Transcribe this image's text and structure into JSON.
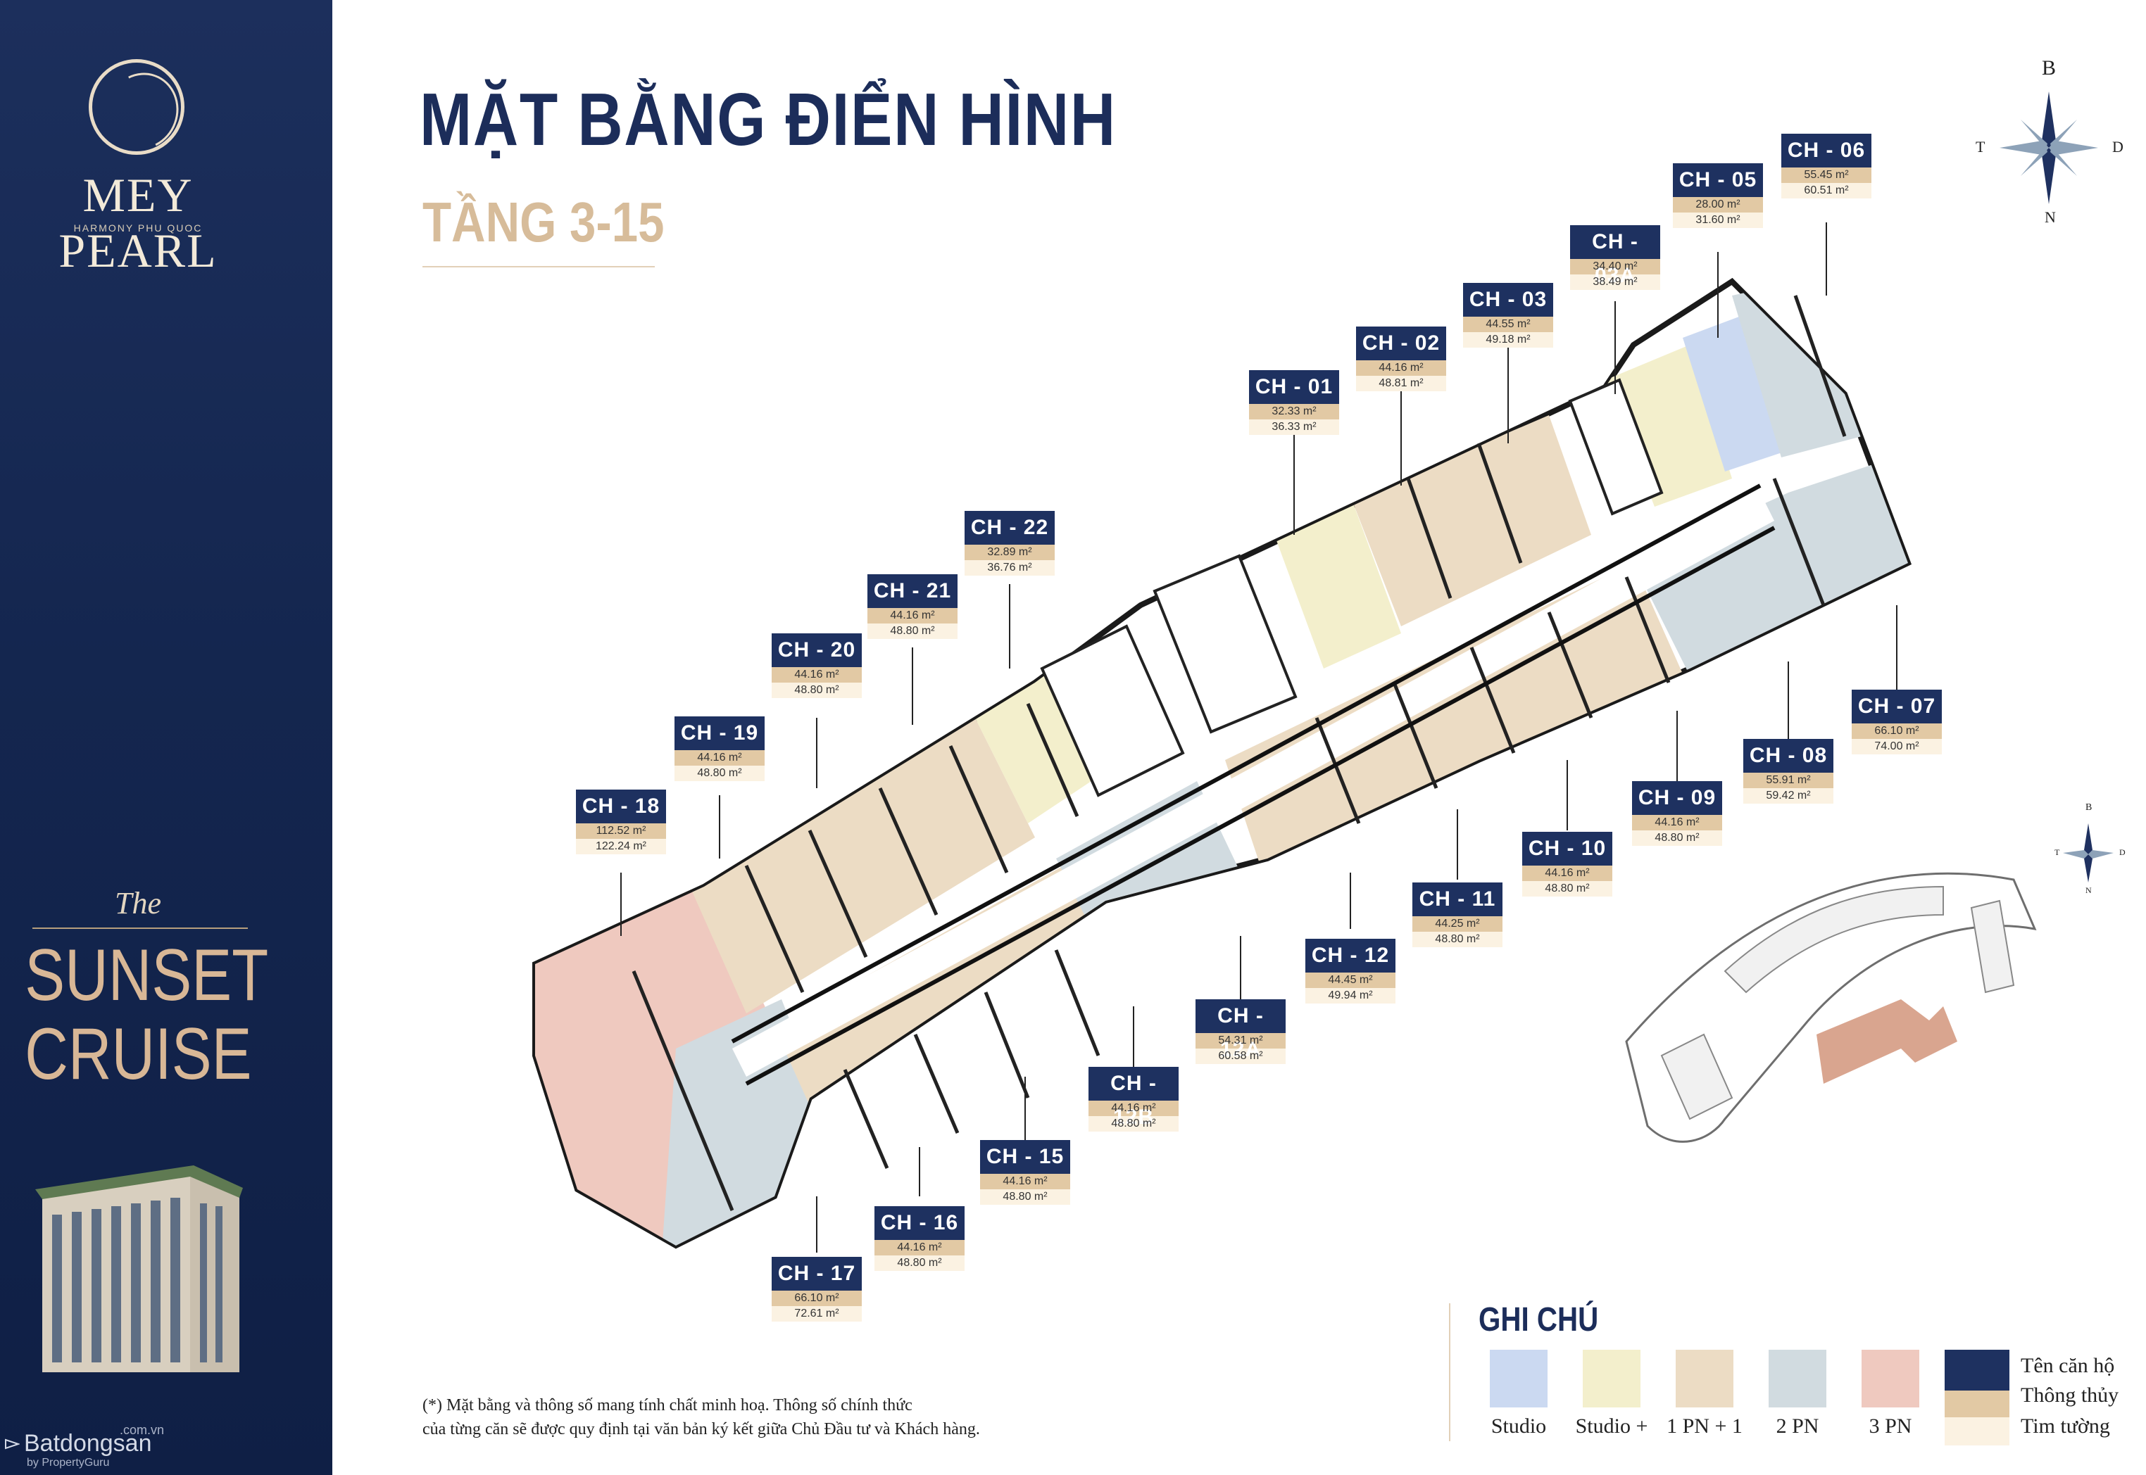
{
  "brand": {
    "name": "MEY PEARL",
    "subtitle": "HARMONY PHU QUOC",
    "the_label": "The",
    "project_line1": "SUNSET",
    "project_line2": "CRUISE"
  },
  "portal": {
    "name": "Batdongsan",
    "domain": ".com.vn",
    "tagline": "by PropertyGuru"
  },
  "heading": {
    "title": "MẶT BẰNG ĐIỂN HÌNH",
    "subtitle": "TẦNG 3-15"
  },
  "compass": {
    "north": "N",
    "south": "B",
    "west": "T",
    "east": "D"
  },
  "site_map_label": "THE SUNSET CRUISE",
  "colors": {
    "studio": "#cbd9f1",
    "studio_plus": "#f3efcc",
    "one_bed_plus_one": "#ecdcc4",
    "two_bed": "#d1dbe0",
    "three_bed": "#efc9bf",
    "tag_name": "#1e3160",
    "tag_area1": "#e2c9a4",
    "tag_area2": "#fbf2e2"
  },
  "units": [
    {
      "name": "CH - 01",
      "area1": "32.33 m²",
      "area2": "36.33 m²"
    },
    {
      "name": "CH - 02",
      "area1": "44.16 m²",
      "area2": "48.81 m²"
    },
    {
      "name": "CH - 03",
      "area1": "44.55 m²",
      "area2": "49.18 m²"
    },
    {
      "name": "CH - 03A",
      "area1": "34.40 m²",
      "area2": "38.49 m²"
    },
    {
      "name": "CH - 05",
      "area1": "28.00 m²",
      "area2": "31.60 m²"
    },
    {
      "name": "CH - 06",
      "area1": "55.45 m²",
      "area2": "60.51 m²"
    },
    {
      "name": "CH - 07",
      "area1": "66.10 m²",
      "area2": "74.00 m²"
    },
    {
      "name": "CH - 08",
      "area1": "55.91 m²",
      "area2": "59.42 m²"
    },
    {
      "name": "CH - 09",
      "area1": "44.16 m²",
      "area2": "48.80 m²"
    },
    {
      "name": "CH - 10",
      "area1": "44.16 m²",
      "area2": "48.80 m²"
    },
    {
      "name": "CH - 11",
      "area1": "44.25 m²",
      "area2": "48.80 m²"
    },
    {
      "name": "CH - 12",
      "area1": "44.45 m²",
      "area2": "49.94 m²"
    },
    {
      "name": "CH - 12A",
      "area1": "54.31 m²",
      "area2": "60.58 m²"
    },
    {
      "name": "CH - 12B",
      "area1": "44.16 m²",
      "area2": "48.80 m²"
    },
    {
      "name": "CH - 15",
      "area1": "44.16 m²",
      "area2": "48.80 m²"
    },
    {
      "name": "CH - 16",
      "area1": "44.16 m²",
      "area2": "48.80 m²"
    },
    {
      "name": "CH - 17",
      "area1": "66.10 m²",
      "area2": "72.61 m²"
    },
    {
      "name": "CH - 18",
      "area1": "112.52 m²",
      "area2": "122.24 m²"
    },
    {
      "name": "CH - 19",
      "area1": "44.16 m²",
      "area2": "48.80 m²"
    },
    {
      "name": "CH - 20",
      "area1": "44.16 m²",
      "area2": "48.80 m²"
    },
    {
      "name": "CH - 21",
      "area1": "44.16 m²",
      "area2": "48.80 m²"
    },
    {
      "name": "CH - 22",
      "area1": "32.89 m²",
      "area2": "36.76 m²"
    }
  ],
  "legend": {
    "title": "GHI CHÚ",
    "items": [
      {
        "label": "Studio",
        "color": "#cbd9f1"
      },
      {
        "label": "Studio +",
        "color": "#f3efcc"
      },
      {
        "label": "1 PN + 1",
        "color": "#ecdcc4"
      },
      {
        "label": "2 PN",
        "color": "#d1dbe0"
      },
      {
        "label": "3 PN",
        "color": "#efc9bf"
      }
    ],
    "tag_labels": [
      "Tên căn hộ",
      "Thông thủy",
      "Tim tường"
    ]
  },
  "footnote": {
    "line1": "(*) Mặt bằng và thông số mang tính chất minh hoạ. Thông số chính thức",
    "line2": "của từng căn sẽ được quy định tại văn bản ký kết giữa Chủ Đầu tư và Khách hàng."
  }
}
